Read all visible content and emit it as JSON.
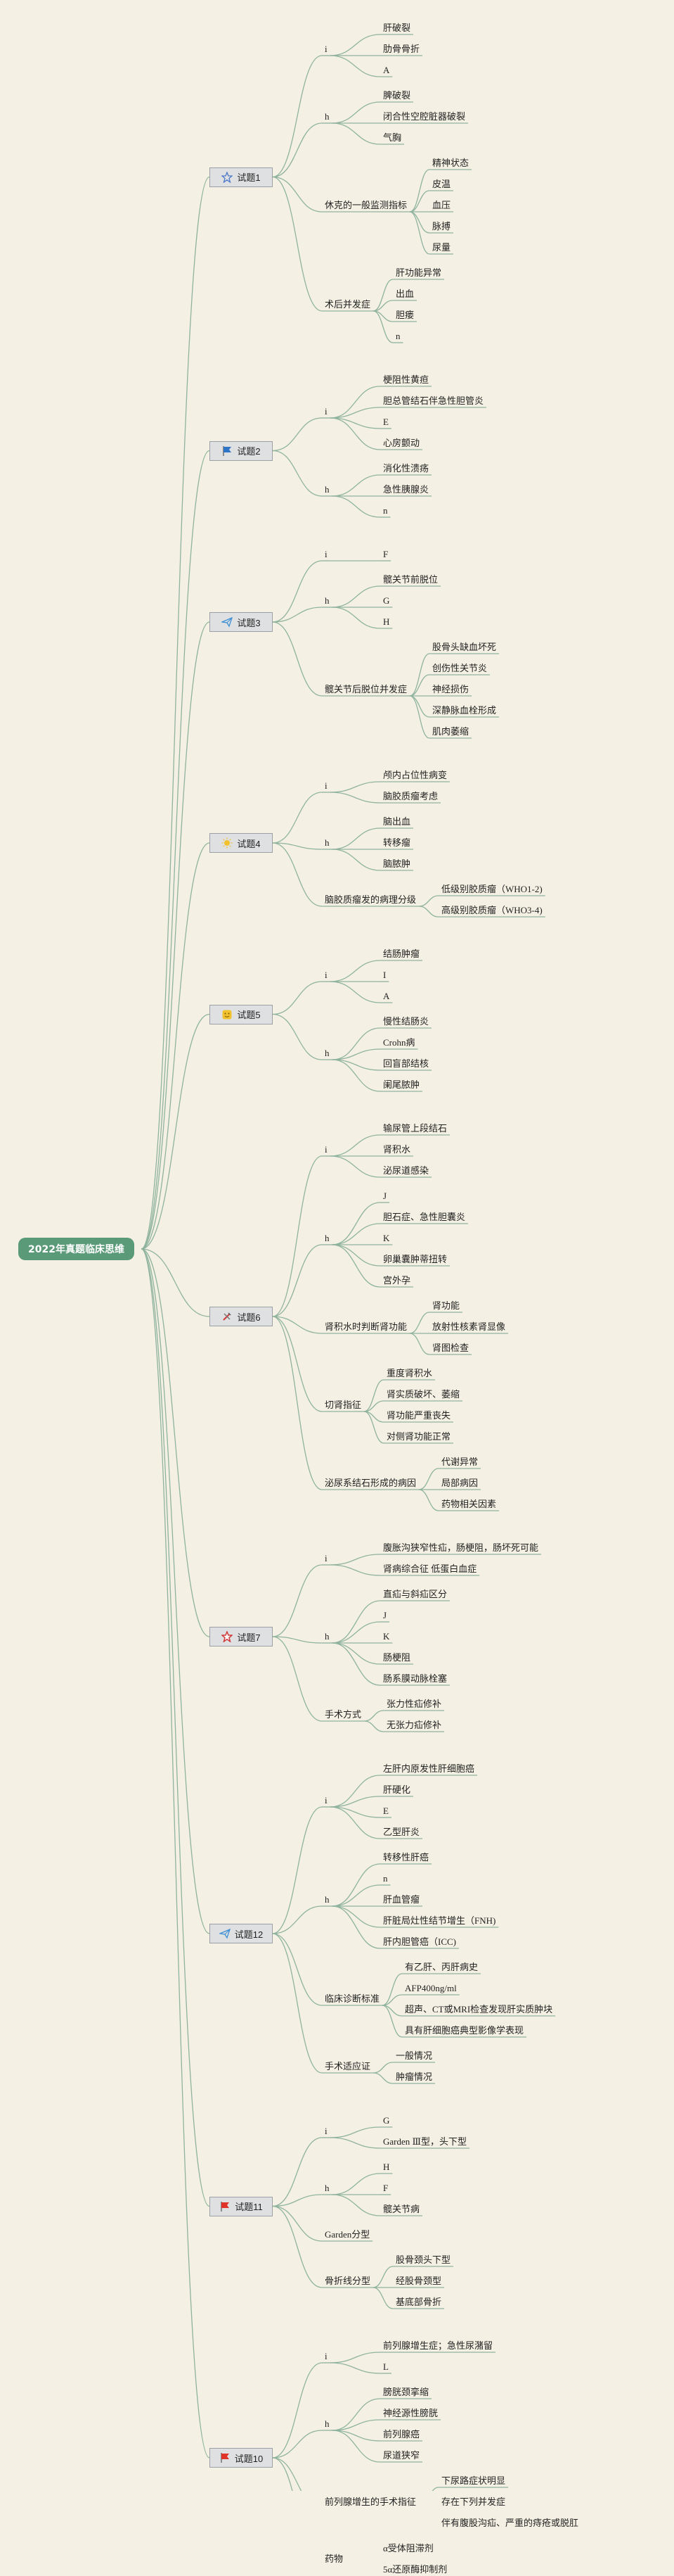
{
  "root": "2022年真题临床思维",
  "branches": [
    {
      "label": "试题1",
      "icon": "star-outline-icon",
      "color": "#4f79c9",
      "children": [
        {
          "label": "i",
          "children": [
            "肝破裂",
            "肋骨骨折",
            "A"
          ]
        },
        {
          "label": "h",
          "children": [
            "脾破裂",
            "闭合性空腔脏器破裂",
            "气胸"
          ]
        },
        {
          "label": "休克的一般监测指标",
          "children": [
            "精神状态",
            "皮温",
            "血压",
            "脉搏",
            "尿量"
          ]
        },
        {
          "label": "术后并发症",
          "children": [
            "肝功能异常",
            "出血",
            "胆瘘",
            "n"
          ]
        }
      ]
    },
    {
      "label": "试题2",
      "icon": "flag-blue-icon",
      "color": "#2f74c7",
      "children": [
        {
          "label": "i",
          "children": [
            "梗阻性黄疸",
            "胆总管结石伴急性胆管炎",
            "E",
            "心房颤动"
          ]
        },
        {
          "label": "h",
          "children": [
            "消化性溃疡",
            "急性胰腺炎",
            "n"
          ]
        }
      ]
    },
    {
      "label": "试题3",
      "icon": "paper-plane-icon",
      "color": "#3c8fd6",
      "children": [
        {
          "label": "i",
          "children": [
            "F"
          ]
        },
        {
          "label": "h",
          "children": [
            "髋关节前脱位",
            "G",
            "H"
          ]
        },
        {
          "label": "髋关节后脱位并发症",
          "children": [
            "股骨头缺血坏死",
            "创伤性关节炎",
            "神经损伤",
            "深静脉血栓形成",
            "肌肉萎缩"
          ]
        }
      ]
    },
    {
      "label": "试题4",
      "icon": "sun-icon",
      "color": "#f2c12e",
      "children": [
        {
          "label": "i",
          "children": [
            "颅内占位性病变",
            "脑胶质瘤考虑"
          ]
        },
        {
          "label": "h",
          "children": [
            "脑出血",
            "转移瘤",
            "脑脓肿"
          ]
        },
        {
          "label": "脑胶质瘤发的病理分级",
          "children": [
            "低级别胶质瘤（WHO1-2)",
            "高级别胶质瘤（WHO3-4)"
          ]
        }
      ]
    },
    {
      "label": "试题5",
      "icon": "face-icon",
      "color": "#f2c12e",
      "children": [
        {
          "label": "i",
          "children": [
            "结肠肿瘤",
            "I",
            "A"
          ]
        },
        {
          "label": "h",
          "children": [
            "慢性结肠炎",
            "Crohn病",
            "回盲部结核",
            "阑尾脓肿"
          ]
        }
      ]
    },
    {
      "label": "试题6",
      "icon": "tools-icon",
      "color": "#d23a3a",
      "children": [
        {
          "label": "i",
          "children": [
            "输尿管上段结石",
            "肾积水",
            "泌尿道感染"
          ]
        },
        {
          "label": "h",
          "children": [
            "J",
            "胆石症、急性胆囊炎",
            "K",
            "卵巢囊肿蒂扭转",
            "宫外孕"
          ]
        },
        {
          "label": "肾积水时判断肾功能",
          "children": [
            "肾功能",
            "放射性核素肾显像",
            "肾图检查"
          ]
        },
        {
          "label": "切肾指征",
          "children": [
            "重度肾积水",
            "肾实质破坏、萎缩",
            "肾功能严重丧失",
            "对侧肾功能正常"
          ]
        },
        {
          "label": "泌尿系结石形成的病因",
          "children": [
            "代谢异常",
            "局部病因",
            "药物相关因素"
          ]
        }
      ]
    },
    {
      "label": "试题7",
      "icon": "star-red-icon",
      "color": "#d23a3a",
      "children": [
        {
          "label": "i",
          "children": [
            "腹胀沟狭窄性疝，肠梗阻，肠坏死可能",
            "肾病综合征 低蛋白血症"
          ]
        },
        {
          "label": "h",
          "children": [
            "直疝与斜疝区分",
            "J",
            "K",
            "肠梗阻",
            "肠系膜动脉栓塞"
          ]
        },
        {
          "label": "手术方式",
          "children": [
            "张力性疝修补",
            "无张力疝修补"
          ]
        }
      ]
    },
    {
      "label": "试题12",
      "icon": "paper-plane-icon",
      "color": "#3c8fd6",
      "children": [
        {
          "label": "i",
          "children": [
            "左肝内原发性肝细胞癌",
            "肝硬化",
            "E",
            "乙型肝炎"
          ]
        },
        {
          "label": "h",
          "children": [
            "转移性肝癌",
            "n",
            "肝血管瘤",
            "肝脏局灶性结节增生（FNH)",
            "肝内胆管癌（ICC)"
          ]
        },
        {
          "label": "临床诊断标准",
          "children": [
            "有乙肝、丙肝病史",
            "AFP400ng/ml",
            "超声、CT或MRI检查发现肝实质肿块",
            "具有肝细胞癌典型影像学表现"
          ]
        },
        {
          "label": "手术适应证",
          "children": [
            "一般情况",
            "肿瘤情况"
          ]
        }
      ]
    },
    {
      "label": "试题11",
      "icon": "flag-red-icon",
      "color": "#e0342b",
      "children": [
        {
          "label": "i",
          "children": [
            "G",
            "Garden Ⅲ型，头下型"
          ]
        },
        {
          "label": "h",
          "children": [
            "H",
            "F",
            "髋关节病"
          ]
        },
        {
          "label": "Garden分型",
          "children": []
        },
        {
          "label": "骨折线分型",
          "children": [
            "股骨颈头下型",
            "经股骨颈型",
            "基底部骨折"
          ]
        }
      ]
    },
    {
      "label": "试题10",
      "icon": "flag-red-icon",
      "color": "#e0342b",
      "children": [
        {
          "label": "i",
          "children": [
            "前列腺增生症；急性尿潴留",
            "L"
          ]
        },
        {
          "label": "h",
          "children": [
            "膀胱颈挛缩",
            "神经源性膀胱",
            "前列腺癌",
            "尿道狭窄"
          ]
        },
        {
          "label": "前列腺增生的手术指征",
          "children": [
            "下尿路症状明显",
            "存在下列并发症",
            "伴有腹股沟疝、严重的痔疮或脱肛"
          ]
        },
        {
          "label": "药物",
          "children": [
            "α受体阻滞剂",
            "5α还原酶抑制剂"
          ]
        }
      ]
    }
  ]
}
